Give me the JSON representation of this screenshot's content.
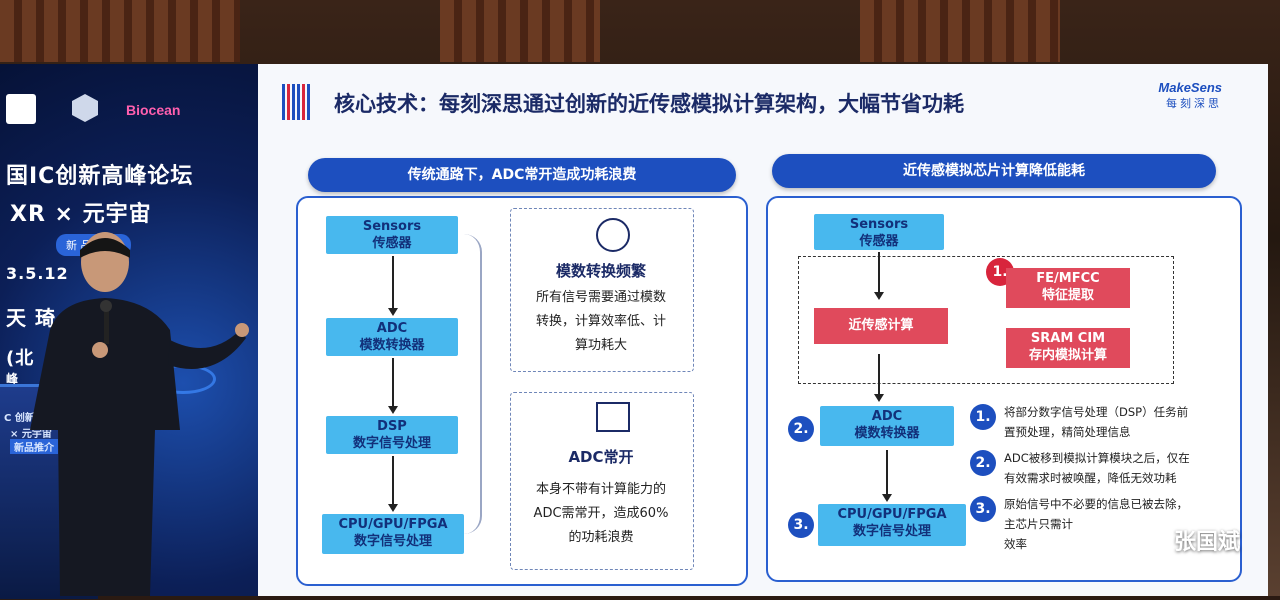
{
  "banner": {
    "logo_text": "Biocean",
    "line1": "国IC创新高峰论坛",
    "line2": "XR × 元宇宙",
    "pill": "新 品 推 介",
    "date": "3.5.12",
    "name_fragment": "天 琦",
    "org_fragment": "(北",
    "org_fragment2": "峰"
  },
  "podium": {
    "line1": "C 创新高峰论坛",
    "line2": "× 元宇宙",
    "line3": "新品推介"
  },
  "slide": {
    "title": "核心技术：每刻深思通过创新的近传感模拟计算架构，大幅节省功耗",
    "brand_name": "MakeSens",
    "brand_sub": "每刻深思",
    "left": {
      "header": "传统通路下，ADC常开造成功耗浪费",
      "boxes": [
        {
          "l1": "Sensors",
          "l2": "传感器"
        },
        {
          "l1": "ADC",
          "l2": "模数转换器"
        },
        {
          "l1": "DSP",
          "l2": "数字信号处理"
        },
        {
          "l1": "CPU/GPU/FPGA",
          "l2": "数字信号处理"
        }
      ],
      "feature1": {
        "title": "模数转换频繁",
        "text": [
          "所有信号需要通过模数",
          "转换，计算效率低、计",
          "算功耗大"
        ]
      },
      "feature2": {
        "title": "ADC常开",
        "text": [
          "本身不带有计算能力的",
          "ADC需常开，造成60%",
          "的功耗浪费"
        ]
      }
    },
    "right": {
      "header": "近传感模拟芯片计算降低能耗",
      "sensors": {
        "l1": "Sensors",
        "l2": "传感器"
      },
      "nsc": "近传感计算",
      "fe": {
        "l1": "FE/MFCC",
        "l2": "特征提取"
      },
      "sram": {
        "l1": "SRAM CIM",
        "l2": "存内模拟计算"
      },
      "adc": {
        "l1": "ADC",
        "l2": "模数转换器"
      },
      "cpu": {
        "l1": "CPU/GPU/FPGA",
        "l2": "数字信号处理"
      },
      "badges": [
        "1.",
        "2.",
        "3."
      ],
      "notes": [
        [
          "将部分数字信号处理（DSP）任务前",
          "置预处理，精简处理信息"
        ],
        [
          "ADC被移到模拟计算模块之后，仅在",
          "有效需求时被唤醒，降低无效功耗"
        ],
        [
          "原始信号中不必要的信息已被去除，",
          "主芯片只需计",
          "效率"
        ]
      ]
    }
  },
  "watermark": "张国斌",
  "colors": {
    "primary": "#1d4fbf",
    "cyan_box": "#48b8ee",
    "red_box": "#e04a5c",
    "badge_red": "#d8253c"
  }
}
